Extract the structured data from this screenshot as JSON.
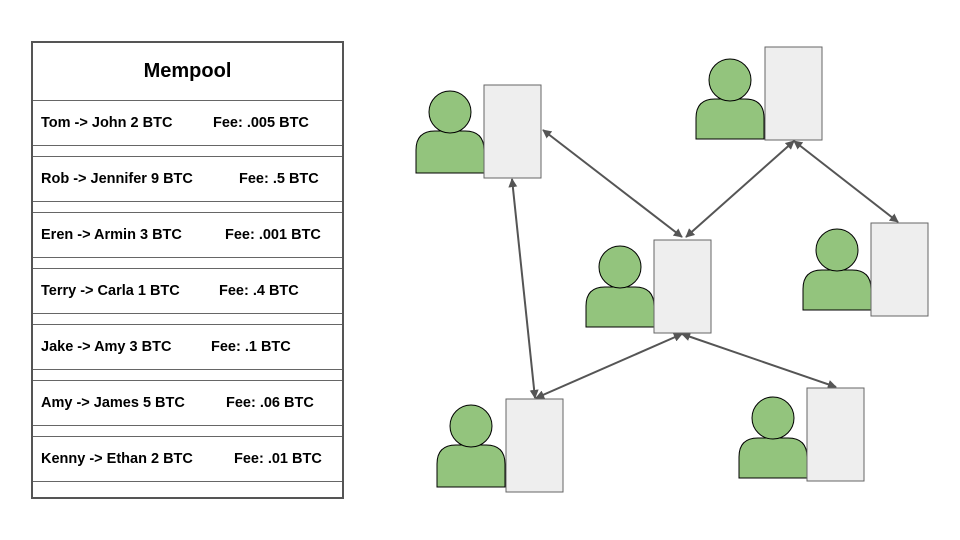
{
  "mempool": {
    "title": "Mempool",
    "transactions": [
      {
        "transfer": "Tom -> John 2 BTC",
        "fee": "Fee: .005 BTC"
      },
      {
        "transfer": "Rob -> Jennifer 9 BTC",
        "fee": "Fee: .5 BTC"
      },
      {
        "transfer": "Eren -> Armin 3 BTC",
        "fee": "Fee: .001 BTC"
      },
      {
        "transfer": "Terry -> Carla 1 BTC",
        "fee": "Fee: .4 BTC"
      },
      {
        "transfer": "Jake -> Amy 3 BTC",
        "fee": "Fee: .1 BTC"
      },
      {
        "transfer": "Amy -> James 5 BTC",
        "fee": "Fee: .06 BTC"
      },
      {
        "transfer": "Kenny -> Ethan 2 BTC",
        "fee": "Fee: .01 BTC"
      }
    ]
  },
  "network": {
    "node_icon": "person-with-ledger-icon",
    "colors": {
      "person_fill": "#93c47d",
      "person_stroke": "#000000",
      "ledger_fill": "#eeeeee",
      "ledger_stroke": "#666666",
      "connection": "#555555"
    },
    "node_count": 6,
    "connection_count": 6
  }
}
